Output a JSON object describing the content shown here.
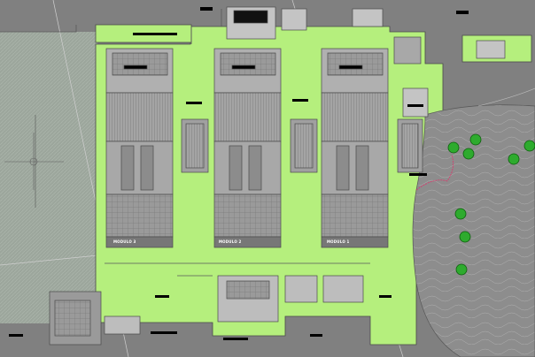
{
  "drawing": {
    "modules": [
      {
        "label": "MODULO 3"
      },
      {
        "label": "MODULO 2"
      },
      {
        "label": "MODULO 1"
      }
    ]
  },
  "colors": {
    "background": "#808080",
    "lawn": "#b5ef7d",
    "structure_gray": "#8c8c8c",
    "field_hatch": "#9aa39a",
    "tree_green": "#2eab2e",
    "tree_red": "#e0336b",
    "water_black": "#000000"
  },
  "icons": [
    "north-arrow-icon",
    "tree-icon"
  ]
}
